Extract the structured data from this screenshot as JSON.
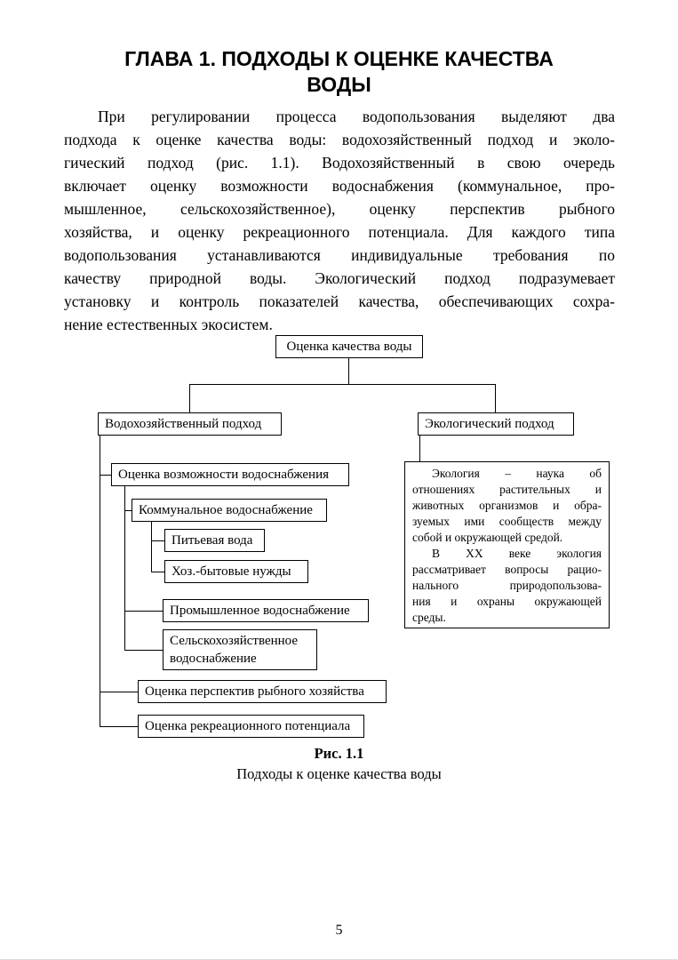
{
  "title": {
    "lines": [
      "ГЛАВА 1. ПОДХОДЫ К ОЦЕНКЕ КАЧЕСТВА",
      "ВОДЫ"
    ]
  },
  "body": {
    "lines": [
      "При регулировании процесса водопользования выделяют два",
      "подхода к оценке качества воды: водохозяйственный подход и эколо-",
      "гический подход (рис. 1.1). Водохозяйственный в свою очередь",
      "включает оценку возможности водоснабжения (коммунальное, про-",
      "мышленное, сельскохозяйственное), оценку перспектив рыбного",
      "хозяйства, и оценку рекреационного потенциала. Для каждого типа",
      "водопользования устанавливаются индивидуальные требования по",
      "качеству природной воды. Экологический подход подразумевает",
      "установку и контроль показателей качества, обеспечивающих сохра-",
      "нение естественных экосистем."
    ]
  },
  "diagram": {
    "root": "Оценка качества воды",
    "water_management_branch": "Водохозяйственный подход",
    "ecological_branch": "Экологический подход",
    "supply_assessment": "Оценка возможности водоснабжения",
    "communal_supply": "Коммунальное водоснабжение",
    "drinking_water": "Питьевая вода",
    "household_needs": "Хоз.-бытовые нужды",
    "industrial_supply": "Промышленное водоснабжение",
    "agricultural_supply": "Сельскохозяйственное водоснабжение",
    "fishery_assessment": "Оценка перспектив рыбного хозяйства",
    "recreation_assessment": "Оценка рекреационного потенциала",
    "ecology_note": {
      "lines": [
        "Экология – наука об",
        "отношениях растительных и",
        "животных организмов и обра-",
        "зуемых ими сообществ между",
        "собой и окружающей средой.",
        "В XX веке экология",
        "рассматривает вопросы рацио-",
        "нального природопользова-",
        "ния и охраны окружающей",
        "среды."
      ]
    }
  },
  "figure": {
    "label": "Рис. 1.1",
    "caption": "Подходы к оценке качества воды"
  },
  "page_number": "5"
}
